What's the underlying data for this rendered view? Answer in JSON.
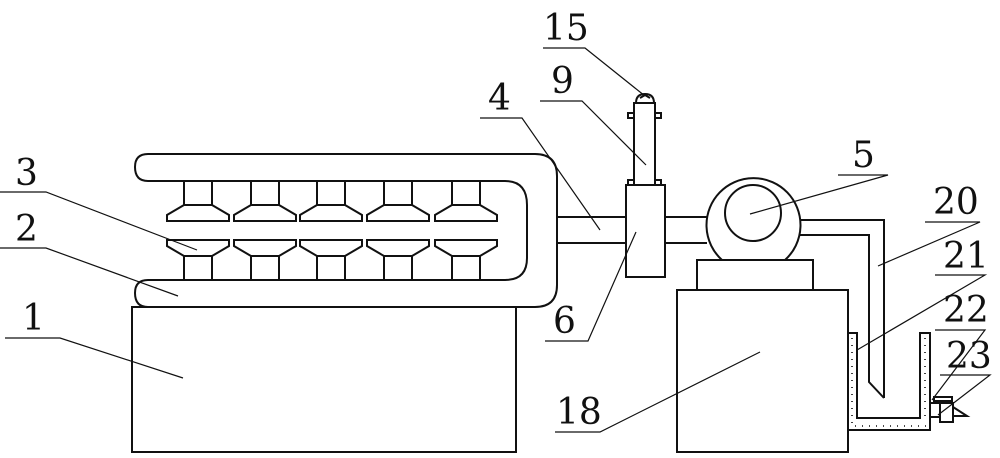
{
  "labels": {
    "l1": "1",
    "l2": "2",
    "l3": "3",
    "l4": "4",
    "l5": "5",
    "l6": "6",
    "l9": "9",
    "l15": "15",
    "l18": "18",
    "l20": "20",
    "l21": "21",
    "l22": "22",
    "l23": "23"
  }
}
